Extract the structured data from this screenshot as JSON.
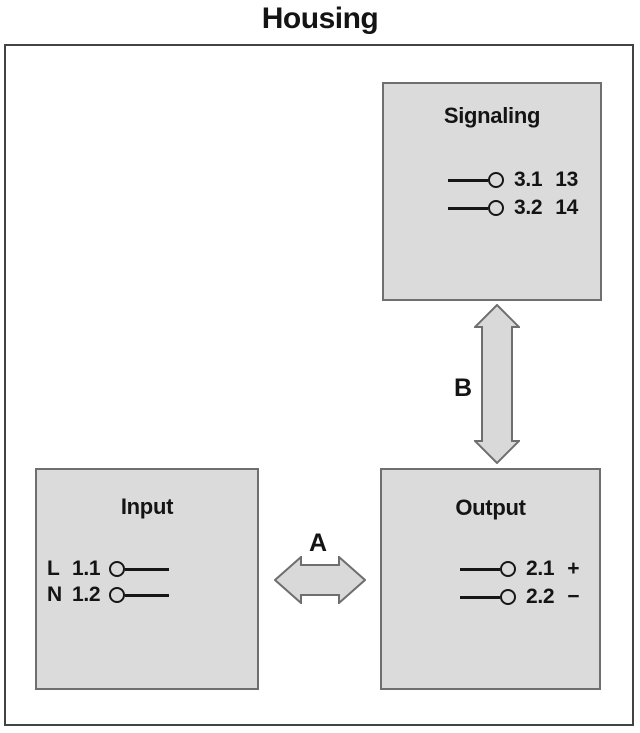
{
  "title": "Housing",
  "colors": {
    "box_fill": "#dbdbdb",
    "box_border": "#6f6f6f",
    "frame_border": "#434343",
    "arrow_fill": "#d9d9d9",
    "arrow_stroke": "#6e6e6e",
    "text": "#141414",
    "terminal_color": "#161616",
    "page_bg": "#ffffff"
  },
  "boxes": {
    "signaling": {
      "label": "Signaling",
      "terminals": [
        {
          "id": "3.1",
          "suffix": "13"
        },
        {
          "id": "3.2",
          "suffix": "14"
        }
      ]
    },
    "input": {
      "label": "Input",
      "terminals": [
        {
          "prefix": "L",
          "id": "1.1"
        },
        {
          "prefix": "N",
          "id": "1.2"
        }
      ]
    },
    "output": {
      "label": "Output",
      "terminals": [
        {
          "id": "2.1",
          "suffix": "+"
        },
        {
          "id": "2.2",
          "suffix": "−"
        }
      ]
    }
  },
  "arrows": {
    "a": {
      "label": "A",
      "icon": "double-arrow-horizontal"
    },
    "b": {
      "label": "B",
      "icon": "double-arrow-vertical"
    }
  }
}
